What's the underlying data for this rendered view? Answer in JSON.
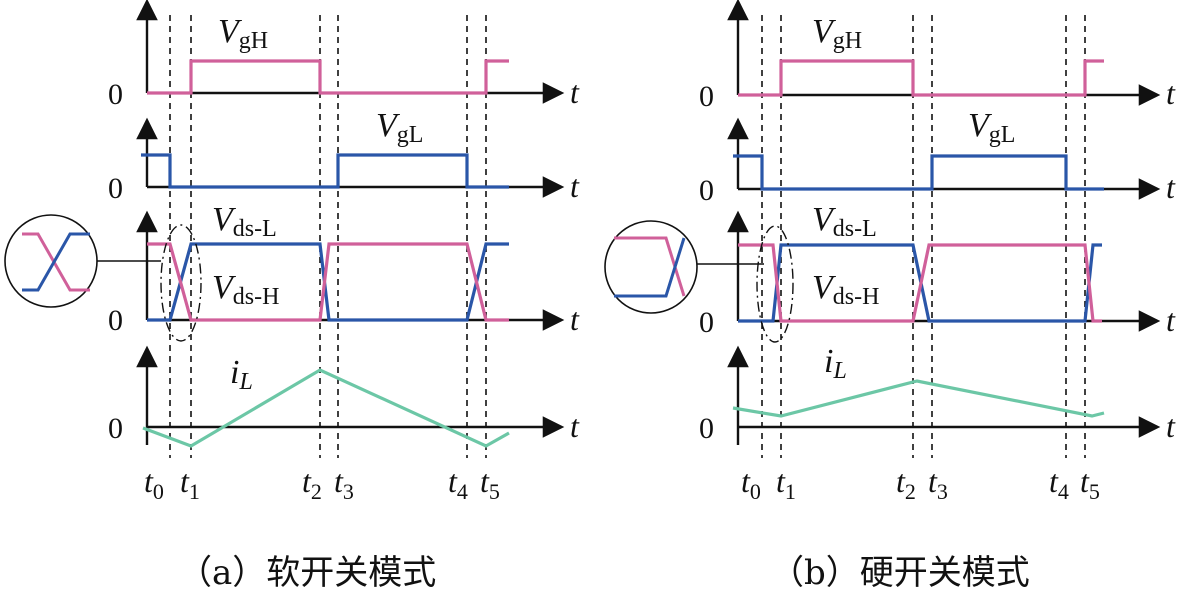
{
  "panels": [
    {
      "caption": "（a）软开关模式",
      "signals": {
        "vgh": {
          "main": "V",
          "sub": "gH"
        },
        "vgl": {
          "main": "V",
          "sub": "gL"
        },
        "vdsl": {
          "main": "V",
          "sub": "ds-L"
        },
        "vdsh": {
          "main": "V",
          "sub": "ds-H"
        },
        "il": {
          "main": "i",
          "sub": "L"
        }
      },
      "zero_label": "0",
      "t_label": "t",
      "time_marks": [
        {
          "main": "t",
          "sub": "0"
        },
        {
          "main": "t",
          "sub": "1"
        },
        {
          "main": "t",
          "sub": "2"
        },
        {
          "main": "t",
          "sub": "3"
        },
        {
          "main": "t",
          "sub": "4"
        },
        {
          "main": "t",
          "sub": "5"
        }
      ]
    },
    {
      "caption": "（b）硬开关模式",
      "signals": {
        "vgh": {
          "main": "V",
          "sub": "gH"
        },
        "vgl": {
          "main": "V",
          "sub": "gL"
        },
        "vdsl": {
          "main": "V",
          "sub": "ds-L"
        },
        "vdsh": {
          "main": "V",
          "sub": "ds-H"
        },
        "il": {
          "main": "i",
          "sub": "L"
        }
      },
      "zero_label": "0",
      "t_label": "t",
      "time_marks": [
        {
          "main": "t",
          "sub": "0"
        },
        {
          "main": "t",
          "sub": "1"
        },
        {
          "main": "t",
          "sub": "2"
        },
        {
          "main": "t",
          "sub": "3"
        },
        {
          "main": "t",
          "sub": "4"
        },
        {
          "main": "t",
          "sub": "5"
        }
      ]
    }
  ],
  "colors": {
    "vgh_vdsh": "#d0609a",
    "vgl_vdsl": "#2a56a8",
    "il": "#6cc7a6",
    "axis": "#111111"
  }
}
